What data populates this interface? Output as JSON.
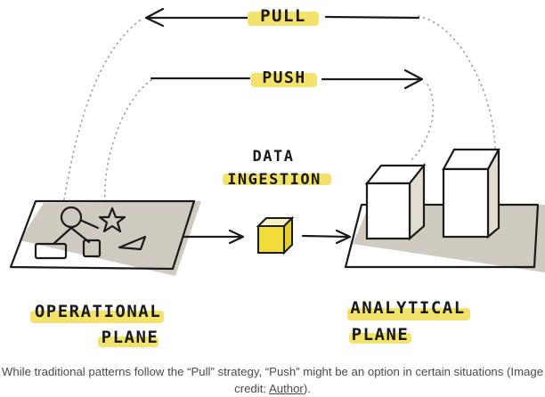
{
  "diagram": {
    "pull_label": "PULL",
    "push_label": "PUSH",
    "ingestion_label_line1": "DATA",
    "ingestion_label_line2": "INGESTION",
    "operational_line1": "OPERATIONAL",
    "operational_line2": "PLANE",
    "analytical_line1": "ANALYTICAL",
    "analytical_line2": "PLANE",
    "colors": {
      "highlight": "#f3e26b",
      "ink": "#1a1a1a",
      "plane_shadow": "#cfcbc0",
      "data_cube": "#f1dc3a"
    }
  },
  "caption": {
    "text_before": "While traditional patterns follow the “Pull” strategy, “Push” might be an option in certain situations (Image credit: ",
    "link_text": "Author",
    "text_after": ")."
  }
}
